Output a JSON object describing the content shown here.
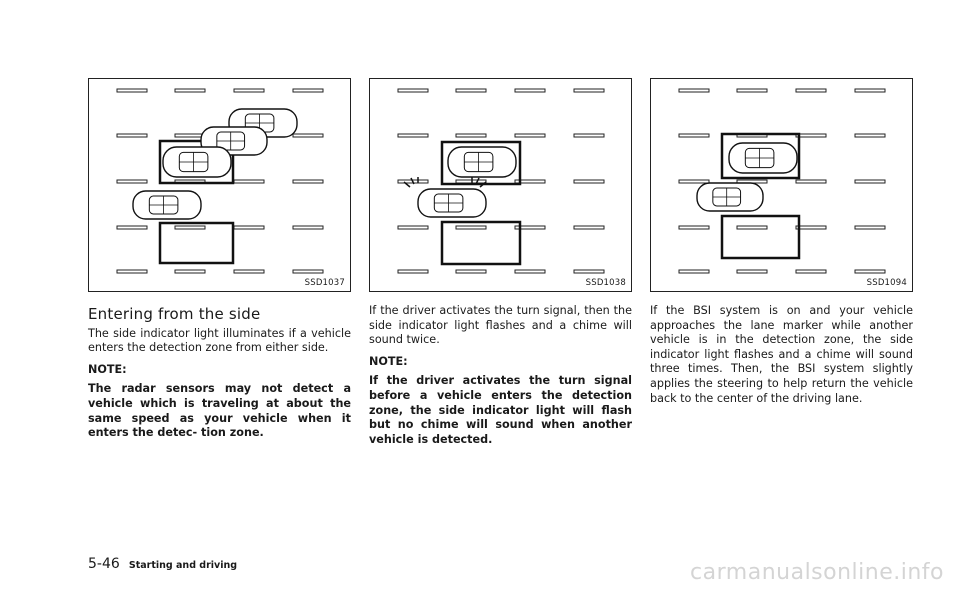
{
  "figures": [
    {
      "code": "SSD1037"
    },
    {
      "code": "SSD1038"
    },
    {
      "code": "SSD1094"
    }
  ],
  "col1": {
    "heading": "Entering from the side",
    "para": "The side indicator light illuminates if a vehicle enters the detection zone from either side.",
    "note_label": "NOTE:",
    "note_text": "The radar sensors may not detect a vehicle which is traveling at about the same speed as your vehicle when it enters the detec- tion zone."
  },
  "col2": {
    "para": "If the driver activates the turn signal, then the side indicator light flashes and a chime will sound twice.",
    "note_label": "NOTE:",
    "note_text": "If the driver activates the turn signal before a vehicle enters the detection zone, the side indicator light will flash but no chime will sound when another vehicle is detected."
  },
  "col3": {
    "para": "If the BSI system is on and your vehicle approaches the lane marker while another vehicle is in the detection zone, the side indicator light flashes and a chime will sound three times. Then, the BSI system slightly applies the steering to help return the vehicle back to the center of the driving lane."
  },
  "footer": {
    "page": "5-46",
    "section": "Starting and driving"
  },
  "watermark": "carmanualsonline.info"
}
